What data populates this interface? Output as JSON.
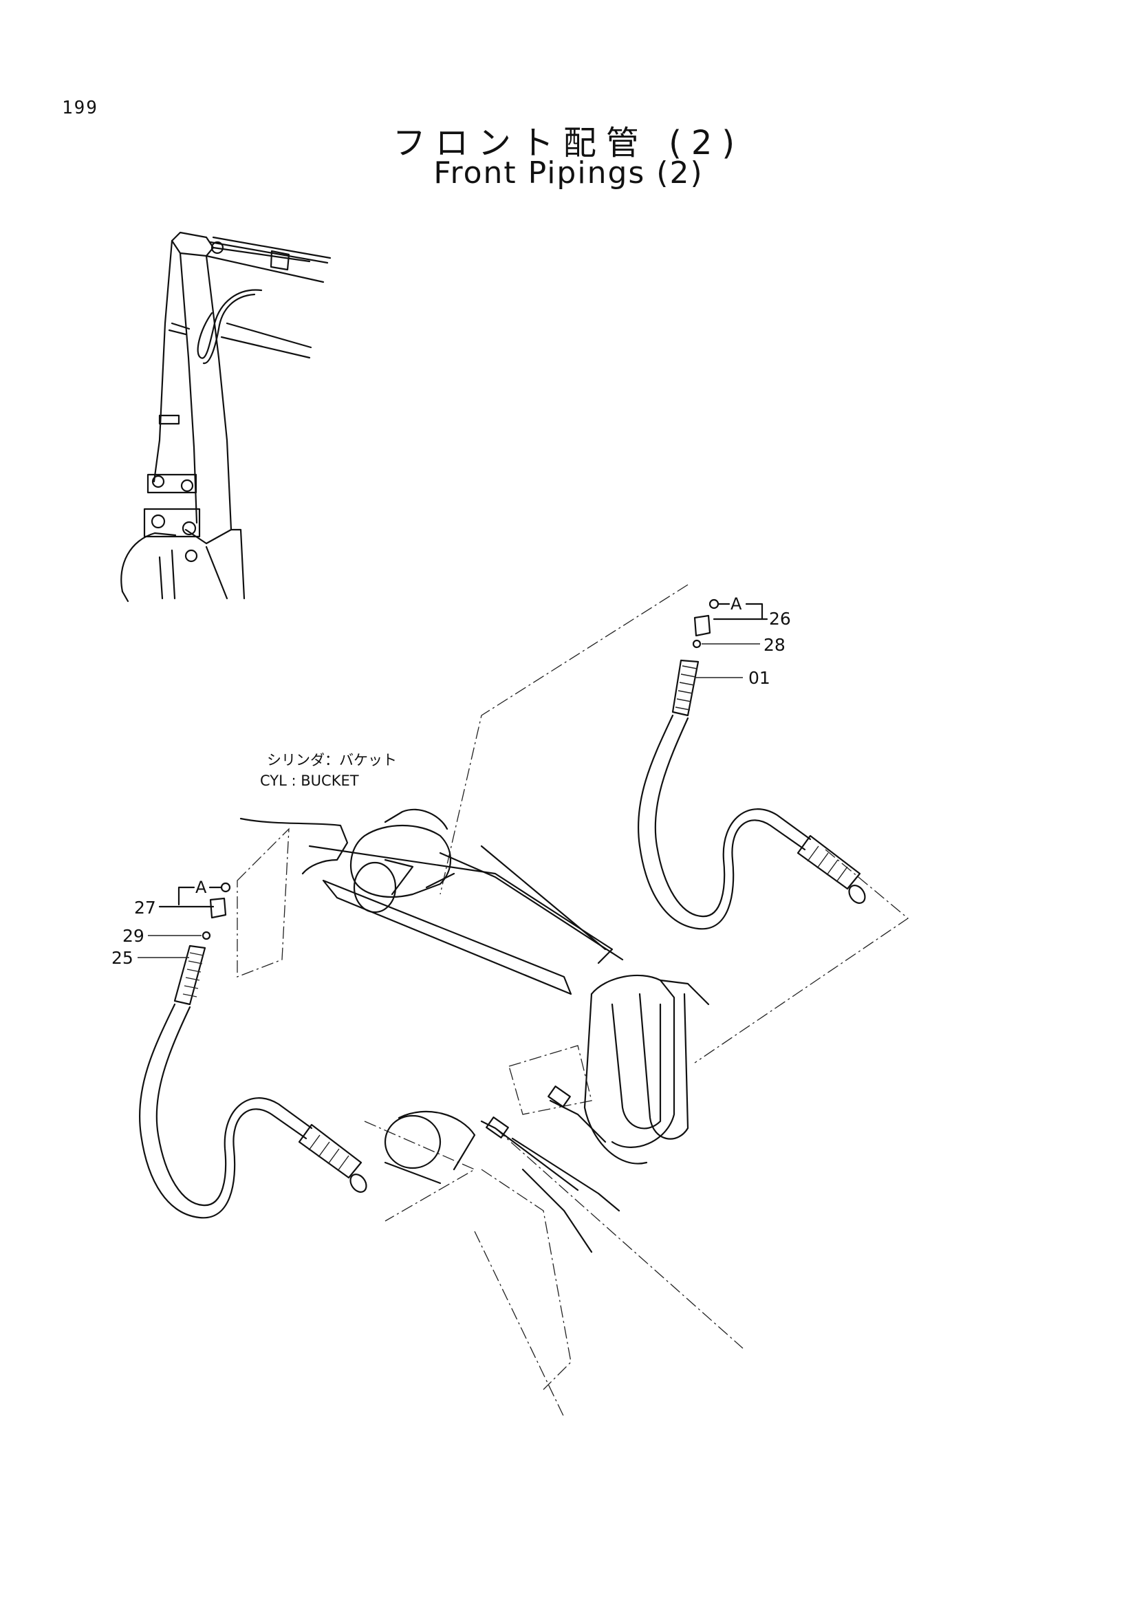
{
  "page_number": "199",
  "title_jp": "フロント配管 (2)",
  "title_en": "Front Pipings (2)",
  "component_label_jp": "シリンダ：バケット",
  "component_label_en": "CYL : BUCKET",
  "view_marker": "A",
  "callouts": [
    {
      "id": "26",
      "label": "26"
    },
    {
      "id": "28",
      "label": "28"
    },
    {
      "id": "01",
      "label": "01"
    },
    {
      "id": "27",
      "label": "27"
    },
    {
      "id": "29",
      "label": "29"
    },
    {
      "id": "25",
      "label": "25"
    }
  ]
}
